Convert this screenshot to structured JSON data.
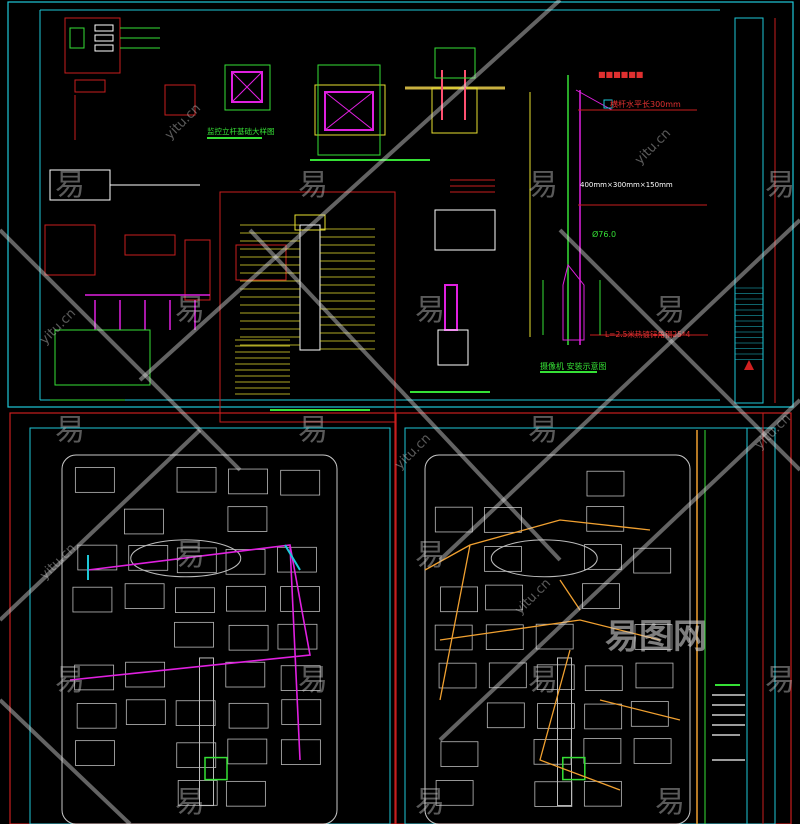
{
  "colors": {
    "background": "#000000",
    "frame_cyan": "#1ec8d8",
    "frame_red": "#c81e1e",
    "line_green": "#36e036",
    "line_magenta": "#e020e0",
    "line_yellow": "#e8e030",
    "line_orange": "#f0a030",
    "site_white": "#c8c8c8"
  },
  "top_sheet": {
    "camera_install": {
      "title": "摄像机 安装示意图",
      "arm_label": "横杆水平长300mm",
      "box_size": "400mm×300mm×150mm",
      "pole_diameter": "Ø76.0",
      "ground_rod": "L=2.5米热镀锌角钢25*4"
    },
    "foundation_titles": [
      "监控立杆基础大样图"
    ]
  },
  "watermarks": {
    "glyph": "易",
    "site": "yitu.cn",
    "logo": "易图网"
  }
}
